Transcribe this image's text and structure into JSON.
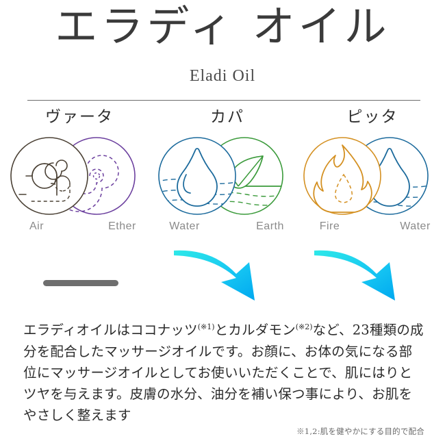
{
  "header": {
    "title": "エラディ オイル",
    "subtitle": "Eladi Oil"
  },
  "doshas": [
    {
      "name": "ヴァータ",
      "left": {
        "label": "Air",
        "icon": "wind-spiral-icon",
        "color": "#4a4034"
      },
      "right": {
        "label": "Ether",
        "icon": "ether-spiral-icon",
        "color": "#6b3f9e"
      }
    },
    {
      "name": "カパ",
      "left": {
        "label": "Water",
        "icon": "water-drop-icon",
        "color": "#1b6a9c"
      },
      "right": {
        "label": "Earth",
        "icon": "leaf-icon",
        "color": "#3a9a3a"
      }
    },
    {
      "name": "ピッタ",
      "left": {
        "label": "Fire",
        "icon": "flame-icon",
        "color": "#d49021"
      },
      "right": {
        "label": "Water",
        "icon": "water-drop-icon",
        "color": "#1b6a9c"
      }
    }
  ],
  "connectors": {
    "vata_dash_color": "#6e6e6e",
    "arrow_icon": "curved-down-arrow-icon",
    "arrow_color_start": "#2ee8e8",
    "arrow_color_end": "#00a8f0"
  },
  "body": {
    "lines": [
      "エラディオイルはココナッツ",
      "とカルダモン",
      "など、23種類の成",
      "分を配合したマッサージオイルです。お顔に、お体の気になる部",
      "位にマッサージオイルとしてお使いいただくことで、肌にはりと",
      "ツヤを与えます。皮膚の水分、油分を補い保つ事により、お肌を",
      "やさしく整えます"
    ],
    "note_marker_1": "(※1)",
    "note_marker_2": "(※2)"
  },
  "footnote": "※1,2:肌を健やかにする目的で配合"
}
